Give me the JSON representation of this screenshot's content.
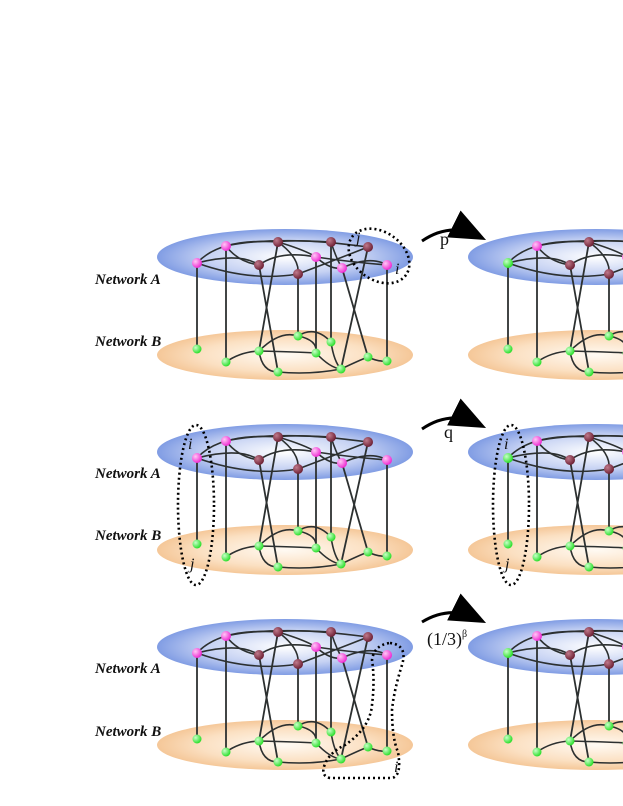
{
  "rows": [
    {
      "network_a_label": "Network A",
      "network_b_label": "Network B",
      "transition_label": "p",
      "node_i": "i",
      "node_j": "j"
    },
    {
      "network_a_label": "Network A",
      "network_b_label": "Network B",
      "transition_label": "q",
      "node_i": "i",
      "node_j": "j",
      "right_node_i": "i",
      "right_node_j": "j"
    },
    {
      "network_a_label": "Network A",
      "network_b_label": "Network B",
      "transition_label_base": "(1/3)",
      "transition_label_exp": "β",
      "node_i": "i"
    }
  ],
  "colors": {
    "disk_a": "#6f8fe0",
    "disk_b": "#f6c896",
    "node_magenta": "#ff33dd",
    "node_maroon": "#7a2a40",
    "node_green": "#33ee33",
    "edge": "#2c3030"
  }
}
